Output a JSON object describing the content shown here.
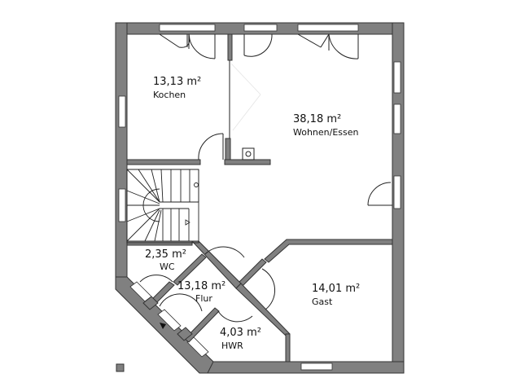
{
  "floor_plan": {
    "colors": {
      "wall": "#808080",
      "wall_outline": "#333333",
      "background": "#ffffff",
      "text": "#111111"
    },
    "rooms": [
      {
        "id": "kochen",
        "area": "13,13 m²",
        "name": "Kochen"
      },
      {
        "id": "wohnen",
        "area": "38,18 m²",
        "name": "Wohnen/Essen"
      },
      {
        "id": "wc",
        "area": "2,35 m²",
        "name": "WC"
      },
      {
        "id": "flur",
        "area": "13,18 m²",
        "name": "Flur"
      },
      {
        "id": "hwr",
        "area": "4,03 m²",
        "name": "HWR"
      },
      {
        "id": "gast",
        "area": "14,01 m²",
        "name": "Gast"
      }
    ],
    "features": [
      "staircase",
      "entrance-arrow",
      "chimney",
      "terrace-doors"
    ]
  }
}
